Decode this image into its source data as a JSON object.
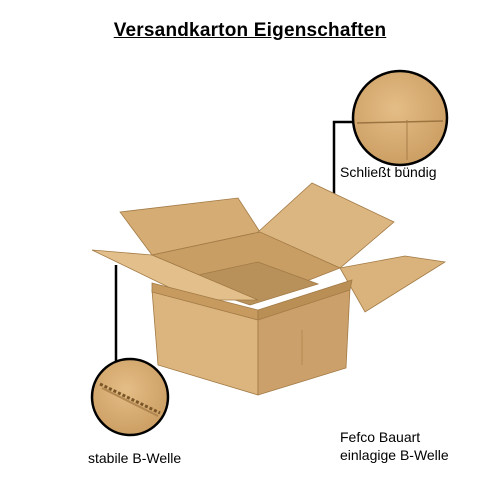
{
  "title": "Versandkarton Eigenschaften",
  "callouts": {
    "flush_closing": "Schließt bündig",
    "corrugation": "stabile B-Welle",
    "construction_line1": "Fefco Bauart",
    "construction_line2": "einlagige B-Welle"
  },
  "colors": {
    "cardboard": "#d9b27c",
    "cardboard_dark": "#b98f55",
    "cardboard_light": "#e6c592",
    "leader_line": "#000000"
  }
}
